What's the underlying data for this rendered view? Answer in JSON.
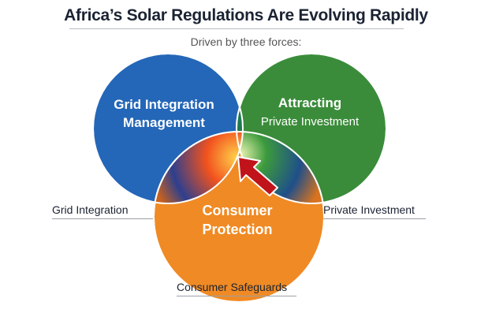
{
  "title": "Africa’s Solar Regulations Are Evolving Rapidly",
  "subtitle": "Driven by three forces:",
  "circles": {
    "grid": {
      "line1": "Grid Integration",
      "line2": "Management",
      "color": "#2467b8"
    },
    "private": {
      "line1": "Attracting",
      "line2": "Private Investment",
      "color": "#3a8c3a"
    },
    "consumer": {
      "line1": "Consumer",
      "line2": "Protection",
      "color": "#f08a24"
    }
  },
  "external_labels": {
    "grid": "Grid Integration",
    "private": "Private Investment",
    "consumer": "Consumer Safeguards"
  },
  "arrow_color": "#c0141a"
}
